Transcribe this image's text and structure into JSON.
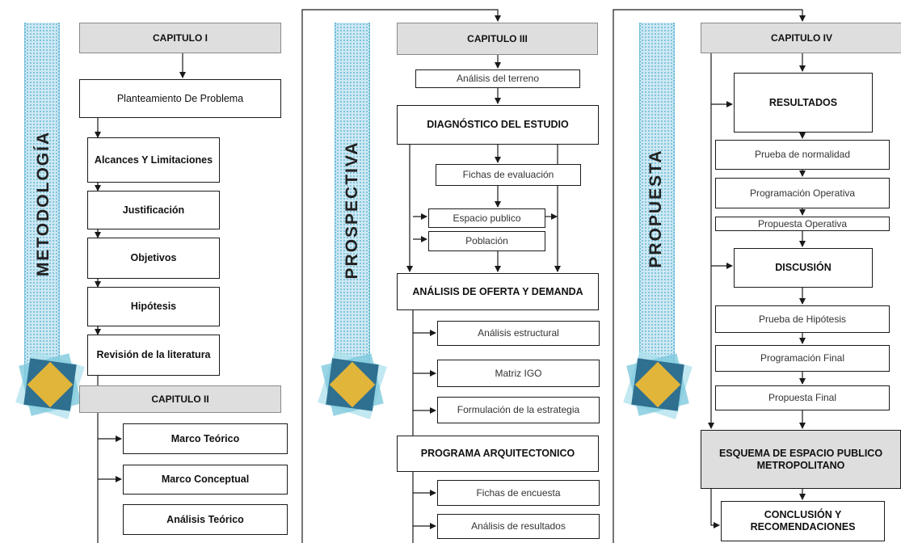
{
  "sections": {
    "metodologia": {
      "label": "METODOLOGÍA",
      "chapter1": "CAPITULO I",
      "items": [
        "Planteamiento De Problema",
        "Alcances Y Limitaciones",
        "Justificación",
        "Objetivos",
        "Hipótesis",
        "Revisión de la literatura"
      ],
      "chapter2": "CAPITULO II",
      "chapter2_items": [
        "Marco Teórico",
        "Marco Conceptual",
        "Análisis Teórico"
      ]
    },
    "prospectiva": {
      "label": "PROSPECTIVA",
      "chapter": "CAPITULO III",
      "terreno": "Análisis del terreno",
      "diagnostico": "DIAGNÓSTICO DEL ESTUDIO",
      "fichas_eval": "Fichas de evaluación",
      "espacio": "Espacio publico",
      "poblacion": "Población",
      "oferta": "ANÁLISIS DE OFERTA Y DEMANDA",
      "oferta_items": [
        "Análisis estructural",
        "Matriz IGO",
        "Formulación de la estrategia"
      ],
      "programa": "PROGRAMA ARQUITECTONICO",
      "programa_items": [
        "Fichas de encuesta",
        "Análisis de resultados"
      ]
    },
    "propuesta": {
      "label": "PROPUESTA",
      "chapter": "CAPITULO IV",
      "resultados": "RESULTADOS",
      "resultados_items": [
        "Prueba de normalidad",
        "Programación Operativa",
        "Propuesta Operativa"
      ],
      "discusion": "DISCUSIÓN",
      "discusion_items": [
        "Prueba de Hipótesis",
        "Programación Final",
        "Propuesta Final"
      ],
      "esquema_l1": "ESQUEMA DE ESPACIO PUBLICO",
      "esquema_l2": "METROPOLITANO",
      "conclusion_l1": "CONCLUSIÓN Y",
      "conclusion_l2": "RECOMENDACIONES"
    }
  },
  "colors": {
    "band": "#cfe9f3",
    "band_dots": "#6fbcd8",
    "header_fill": "#dedede",
    "line": "#1a1a1a",
    "logo_light_blue": "#7ec9dd",
    "logo_dark_blue": "#2f6f90",
    "logo_gold": "#e0b53a"
  }
}
